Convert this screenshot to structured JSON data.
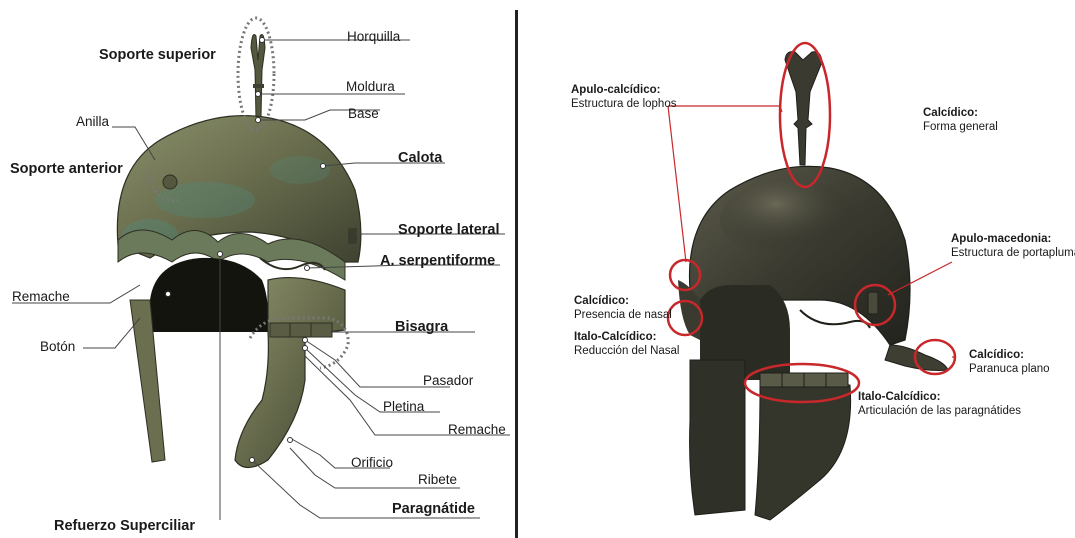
{
  "left_panel": {
    "labels": {
      "horquilla": "Horquilla",
      "soporte_superior": "Soporte superior",
      "moldura": "Moldura",
      "base": "Base",
      "anilla": "Anilla",
      "soporte_anterior": "Soporte anterior",
      "calota": "Calota",
      "soporte_lateral": "Soporte lateral",
      "a_serpentiforme": "A. serpentiforme",
      "remache_1": "Remache",
      "bisagra": "Bisagra",
      "boton": "Botón",
      "pasador": "Pasador",
      "pletina": "Pletina",
      "remache_2": "Remache",
      "orificio": "Orificio",
      "ribete": "Ribete",
      "paragnatide": "Paragnátide",
      "refuerzo_superciliar": "Refuerzo Superciliar"
    }
  },
  "right_panel": {
    "annotations": [
      {
        "title": "Apulo-calcídico:",
        "subtitle": "Estructura de lophos"
      },
      {
        "title": "Calcídico:",
        "subtitle": "Forma general"
      },
      {
        "title": "Apulo-macedonia:",
        "subtitle": "Estructura de portaplumas"
      },
      {
        "title": "Calcídico:",
        "subtitle": "Presencia de nasal"
      },
      {
        "title": "Italo-Calcídico:",
        "subtitle": "Reducción del Nasal"
      },
      {
        "title": "Calcídico:",
        "subtitle": "Paranuca plano"
      },
      {
        "title": "Italo-Calcídico:",
        "subtitle": "Articulación de las paragnátides"
      }
    ]
  },
  "colors": {
    "bronze_light": "#6f7a5c",
    "bronze_dark": "#2f3327",
    "patina": "#4f8a7a",
    "callout_red": "#c8282b",
    "leader_gray": "#555555"
  }
}
